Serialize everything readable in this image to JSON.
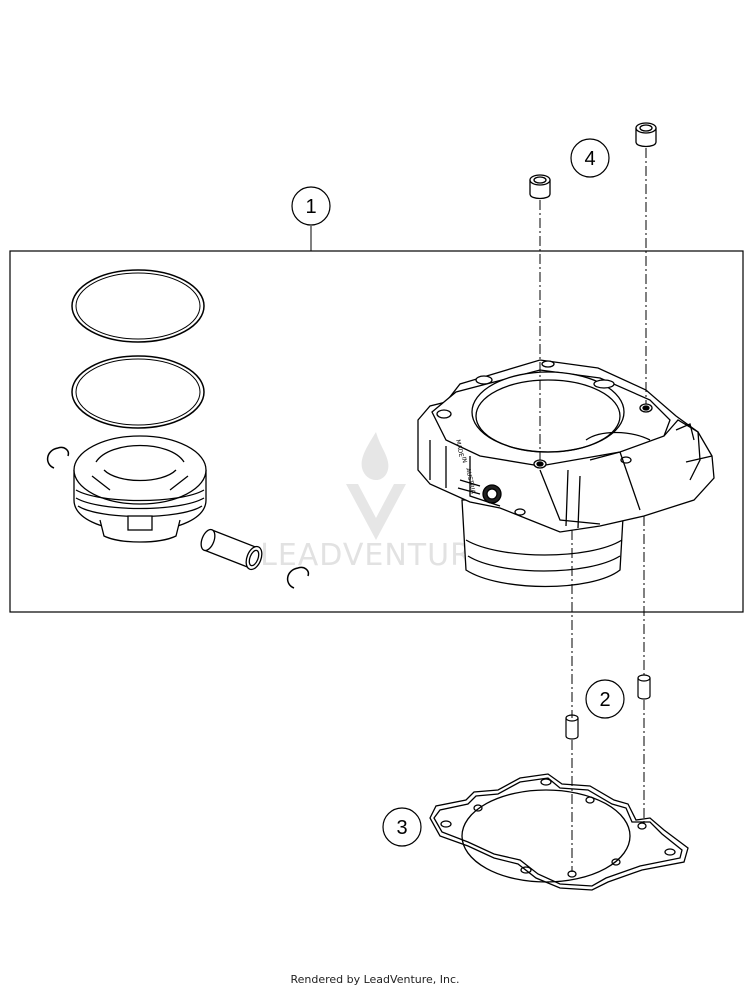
{
  "callouts": [
    {
      "number": "1"
    },
    {
      "number": "2"
    },
    {
      "number": "3"
    },
    {
      "number": "4"
    }
  ],
  "cylinder_marking": {
    "line1": "MADE",
    "line2": "IN",
    "line3": "AUSTRIA"
  },
  "watermark": {
    "text": "LEADVENTURE"
  },
  "footer": {
    "text": "Rendered by LeadVenture, Inc."
  },
  "colors": {
    "line": "#000000",
    "background": "#ffffff",
    "watermark": "#e2e2e2"
  }
}
